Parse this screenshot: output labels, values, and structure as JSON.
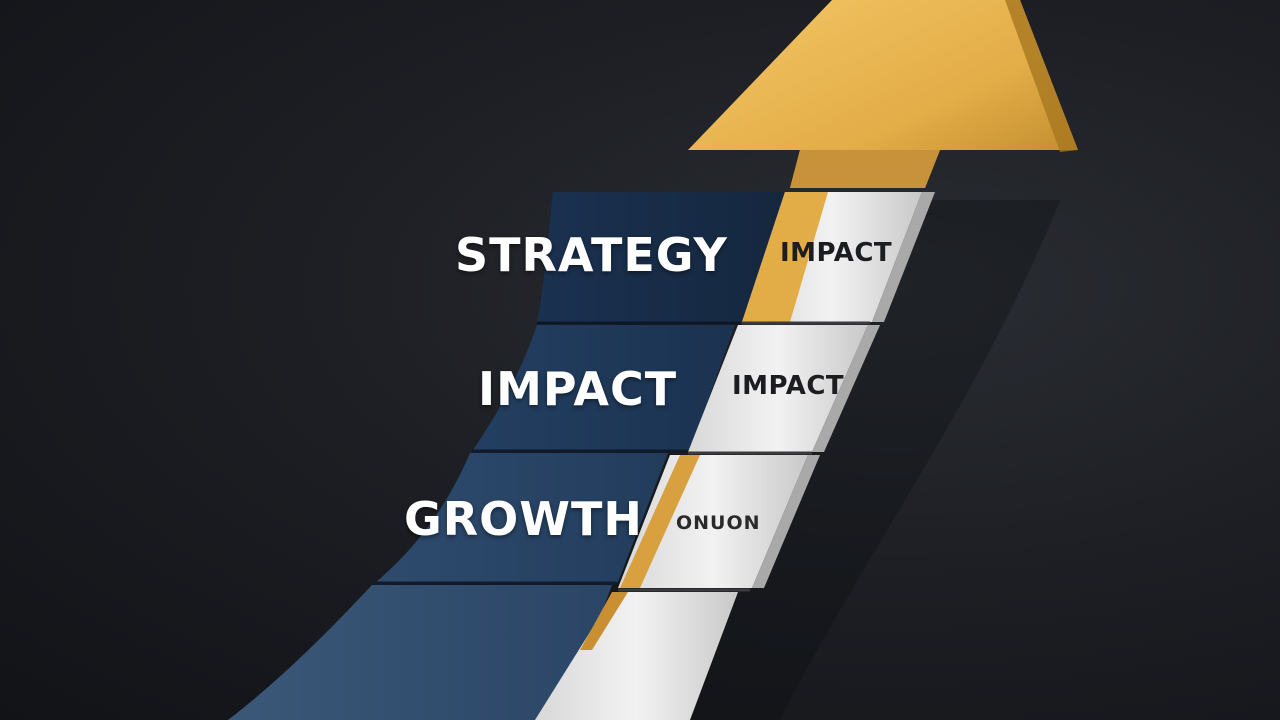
{
  "steps": [
    {
      "left_label": "STRATEGY",
      "right_label": "IMPACT"
    },
    {
      "left_label": "IMPACT",
      "right_label": "IMPACT"
    },
    {
      "left_label": "GROWTH",
      "right_label": "ONUON"
    }
  ],
  "colors": {
    "background": "#1c1e22",
    "navy": "#1c3553",
    "navy_light": "#2f4c6e",
    "white_block": "#e9e9e9",
    "gold": "#e8b44e"
  }
}
